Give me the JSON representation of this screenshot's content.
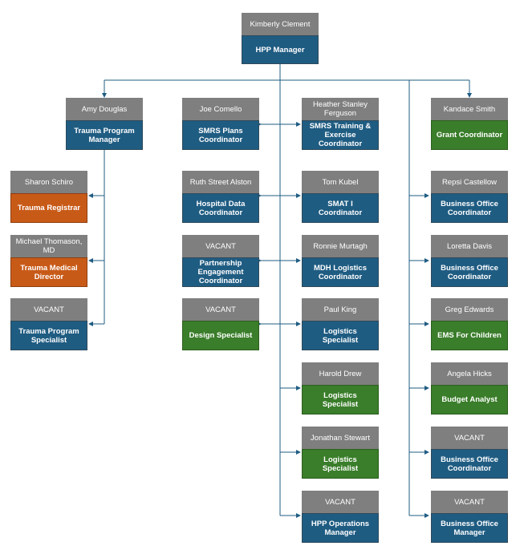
{
  "colors": {
    "name_bg": "#7f7f7f",
    "blue": "#1f5c82",
    "green": "#3a7d2a",
    "orange": "#c85a18",
    "connector": "#1f5c82"
  },
  "nodes": {
    "root": {
      "name": "Kimberly Clement",
      "title": "HPP Manager",
      "color": "blue"
    },
    "amy": {
      "name": "Amy Douglas",
      "title": "Trauma Program Manager",
      "color": "blue"
    },
    "sharon": {
      "name": "Sharon Schiro",
      "title": "Trauma Registrar",
      "color": "orange"
    },
    "michael": {
      "name": "Michael Thomason, MD",
      "title": "Trauma Medical Director",
      "color": "orange"
    },
    "vacant_tps": {
      "name": "VACANT",
      "title": "Trauma Program Specialist",
      "color": "blue"
    },
    "joe": {
      "name": "Joe Comello",
      "title": "SMRS Plans Coordinator",
      "color": "blue"
    },
    "ruth": {
      "name": "Ruth Street Alston",
      "title": "Hospital Data Coordinator",
      "color": "blue"
    },
    "vacant_pec": {
      "name": "VACANT",
      "title": "Partnership Engagement Coordinator",
      "color": "blue"
    },
    "vacant_ds": {
      "name": "VACANT",
      "title": "Design Specialist",
      "color": "green"
    },
    "heather": {
      "name": "Heather Stanley Ferguson",
      "title": "SMRS Training & Exercise Coordinator",
      "color": "blue"
    },
    "tom": {
      "name": "Tom Kubel",
      "title": "SMAT I Coordinator",
      "color": "blue"
    },
    "ronnie": {
      "name": "Ronnie Murtagh",
      "title": "MDH Logistics Coordinator",
      "color": "blue"
    },
    "paul": {
      "name": "Paul King",
      "title": "Logistics Specialist",
      "color": "blue"
    },
    "harold": {
      "name": "Harold Drew",
      "title": "Logistics Specialist",
      "color": "green"
    },
    "jonathan": {
      "name": "Jonathan Stewart",
      "title": "Logistics Specialist",
      "color": "green"
    },
    "vacant_hpp": {
      "name": "VACANT",
      "title": "HPP Operations Manager",
      "color": "blue"
    },
    "kandace": {
      "name": "Kandace Smith",
      "title": "Grant Coordinator",
      "color": "green"
    },
    "repsi": {
      "name": "Repsi Castellow",
      "title": "Business Office Coordinator",
      "color": "blue"
    },
    "loretta": {
      "name": "Loretta Davis",
      "title": "Business Office Coordinator",
      "color": "blue"
    },
    "greg": {
      "name": "Greg Edwards",
      "title": "EMS For Children",
      "color": "green"
    },
    "angela": {
      "name": "Angela Hicks",
      "title": "Budget Analyst",
      "color": "green"
    },
    "vacant_boc": {
      "name": "VACANT",
      "title": "Business Office Coordinator",
      "color": "blue"
    },
    "vacant_bom": {
      "name": "VACANT",
      "title": "Business Office Manager",
      "color": "blue"
    }
  }
}
